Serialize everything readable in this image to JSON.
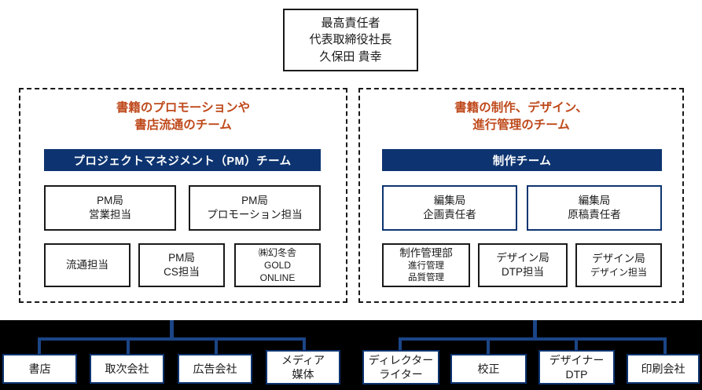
{
  "chart_data": {
    "type": "diagram",
    "title": "組織図",
    "colors": {
      "navy": "#0d3470",
      "accent_orange": "#bf4a1c",
      "connector_navy": "#1b4586",
      "box_border_black": "#1a1a1a",
      "lower_background": "#000000",
      "upper_background": "#ffffff"
    }
  },
  "top": {
    "lines": [
      "最高責任者",
      "代表取締役社長",
      "久保田 貴幸"
    ]
  },
  "panels": [
    {
      "id": "promotion",
      "title_lines": [
        "書籍のプロモーションや",
        "書店流通のチーム"
      ],
      "banner": "プロジェクトマネジメント（PM）チーム",
      "row1": [
        {
          "lines": [
            "PM局",
            "営業担当"
          ]
        },
        {
          "lines": [
            "PM局",
            "プロモーション担当"
          ]
        }
      ],
      "row2": [
        {
          "lines": [
            "流通担当"
          ]
        },
        {
          "lines": [
            "PM局",
            "CS担当"
          ]
        },
        {
          "lines": [
            "㈱幻冬舎",
            "GOLD",
            "ONLINE"
          ]
        }
      ]
    },
    {
      "id": "production",
      "title_lines": [
        "書籍の制作、デザイン、",
        "進行管理のチーム"
      ],
      "banner": "制作チーム",
      "row1": [
        {
          "lines": [
            "編集局",
            "企画責任者"
          ]
        },
        {
          "lines": [
            "編集局",
            "原稿責任者"
          ]
        }
      ],
      "row2": [
        {
          "lines": [
            "制作管理部",
            "進行管理",
            "品質管理"
          ]
        },
        {
          "lines": [
            "デザイン局",
            "DTP担当"
          ]
        },
        {
          "lines": [
            "デザイン局",
            "デザイン担当"
          ]
        }
      ]
    }
  ],
  "partners": {
    "left_group": [
      {
        "lines": [
          "書店"
        ]
      },
      {
        "lines": [
          "取次会社"
        ]
      },
      {
        "lines": [
          "広告会社"
        ]
      },
      {
        "lines": [
          "メディア",
          "媒体"
        ]
      }
    ],
    "right_group": [
      {
        "lines": [
          "ディレクター",
          "ライター"
        ]
      },
      {
        "lines": [
          "校正"
        ]
      },
      {
        "lines": [
          "デザイナー",
          "DTP"
        ]
      },
      {
        "lines": [
          "印刷会社"
        ]
      }
    ]
  }
}
